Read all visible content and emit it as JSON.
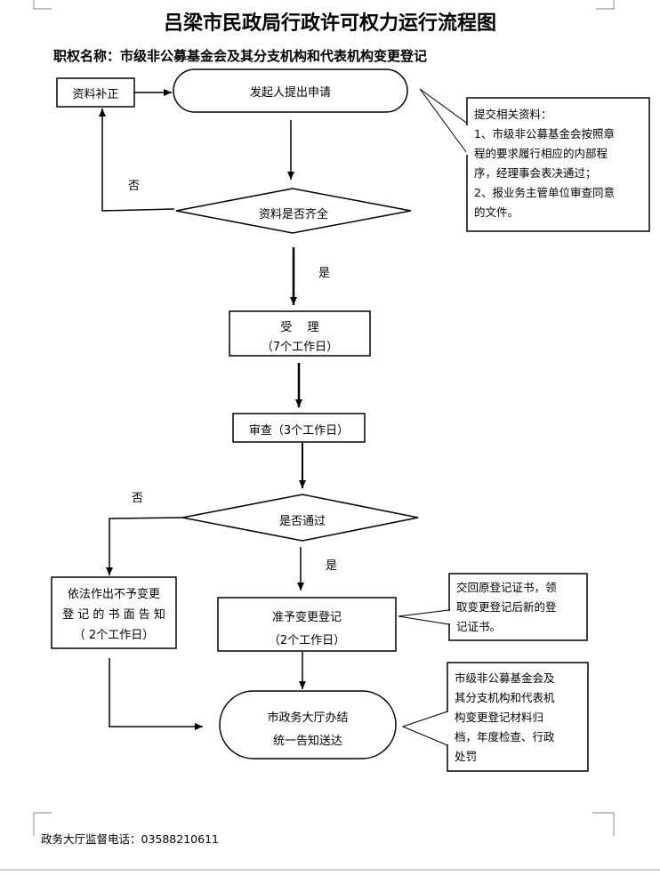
{
  "title": "吕梁市民政局行政许可权力运行流程图",
  "subtitle": "职权名称：市级非公募基金会及其分支机构和代表机构变更登记",
  "nodes": {
    "supplement": "资料补正",
    "apply": "发起人提出申请",
    "complete_check": "资料是否齐全",
    "accept_line1": "受　 理",
    "accept_line2": "（7个工作日）",
    "review": "审查（3个工作日）",
    "pass_check": "是否通过",
    "approve_line1": "准予变更登记",
    "approve_line2": "（2个工作日）",
    "reject_line1": "依法作出不予变更",
    "reject_line2": "登 记 的 书 面 告 知",
    "reject_line3": "（ 2个工作日）",
    "finish_line1": "市政务大厅办结",
    "finish_line2": "统一告知送达"
  },
  "edge_labels": {
    "no_1": "否",
    "yes_1": "是",
    "no_2": "否",
    "yes_2": "是"
  },
  "notes": {
    "materials": [
      "提交相关资料：",
      "1、市级非公募基金会按照章",
      "程的要求履行相应的内部程",
      "序，经理事会表决通过；",
      "2、报业务主管单位审查同意",
      "的文件。"
    ],
    "certificate": [
      "交回原登记证书，领",
      "取变更登记后新的登",
      "记证书。"
    ],
    "archive": [
      "市级非公募基金会及",
      "其分支机构和代表机",
      "构变更登记材料归",
      "档，年度检查、行政",
      "处罚"
    ]
  },
  "footer": "政务大厅监督电话：03588210611"
}
